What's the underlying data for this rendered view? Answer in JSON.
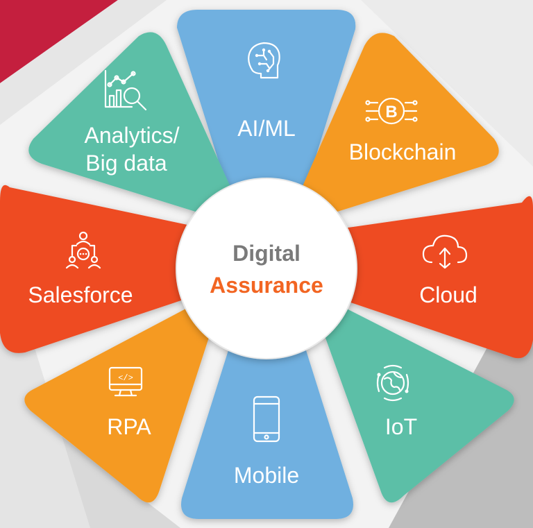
{
  "center": {
    "line1": "Digital",
    "line2": "Assurance"
  },
  "segments": [
    {
      "id": "aiml",
      "label": "AI/ML",
      "icon": "brain-circuit-head-icon",
      "color": "#6fb0e0"
    },
    {
      "id": "blockchain",
      "label": "Blockchain",
      "icon": "bitcoin-chip-icon",
      "color": "#f59a23"
    },
    {
      "id": "cloud",
      "label": "Cloud",
      "icon": "cloud-upload-icon",
      "color": "#ee4b23"
    },
    {
      "id": "iot",
      "label": "IoT",
      "icon": "globe-network-icon",
      "color": "#5cbfa7"
    },
    {
      "id": "mobile",
      "label": "Mobile",
      "icon": "smartphone-icon",
      "color": "#6fb0e0"
    },
    {
      "id": "rpa",
      "label": "RPA",
      "icon": "monitor-code-icon",
      "color": "#f59a23"
    },
    {
      "id": "salesforce",
      "label": "Salesforce",
      "icon": "team-chat-icon",
      "color": "#ee4b23"
    },
    {
      "id": "analytics",
      "label": [
        "Analytics/",
        "Big data"
      ],
      "icon": "chart-magnifier-icon",
      "color": "#5cbfa7"
    }
  ],
  "colors": {
    "accent_red": "#c41f3e",
    "center_text_gray": "#7a7a7a",
    "center_text_orange": "#f26522"
  }
}
